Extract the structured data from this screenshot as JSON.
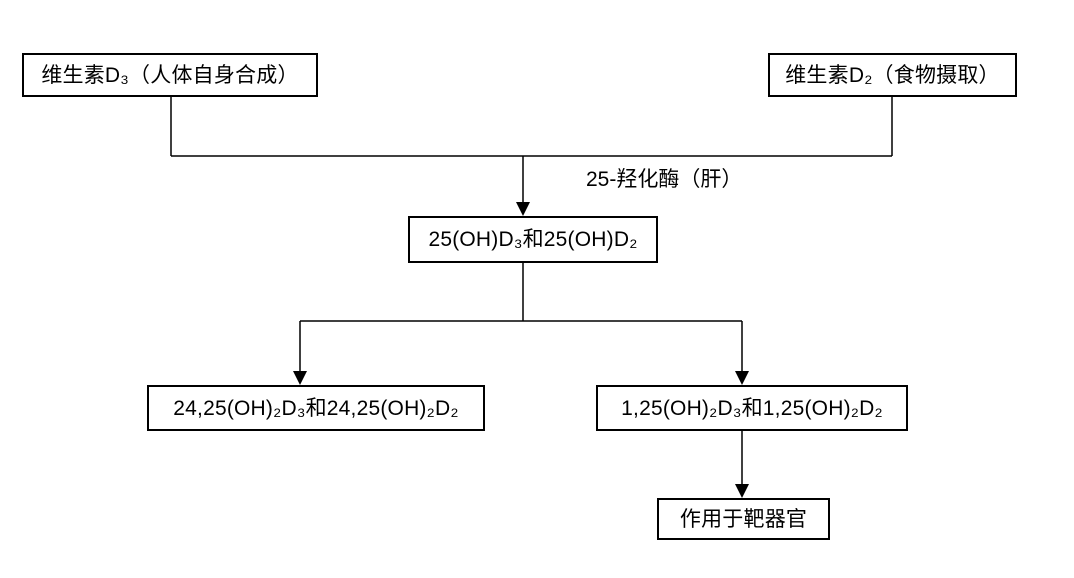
{
  "nodes": {
    "vitamin_d3": "维生素D₃（人体自身合成）",
    "vitamin_d2": "维生素D₂（食物摄取）",
    "oh25_d": "25(OH)D₃和25(OH)D₂",
    "oh2_2425_d": "24,25(OH)₂D₃和24,25(OH)₂D₂",
    "oh2_125_d": "1,25(OH)₂D₃和1,25(OH)₂D₂",
    "target_organ": "作用于靶器官"
  },
  "edge_labels": {
    "hydroxylase_liver": "25-羟化酶（肝）"
  },
  "colors": {
    "line": "#000000",
    "text": "#000000",
    "background": "#ffffff"
  }
}
